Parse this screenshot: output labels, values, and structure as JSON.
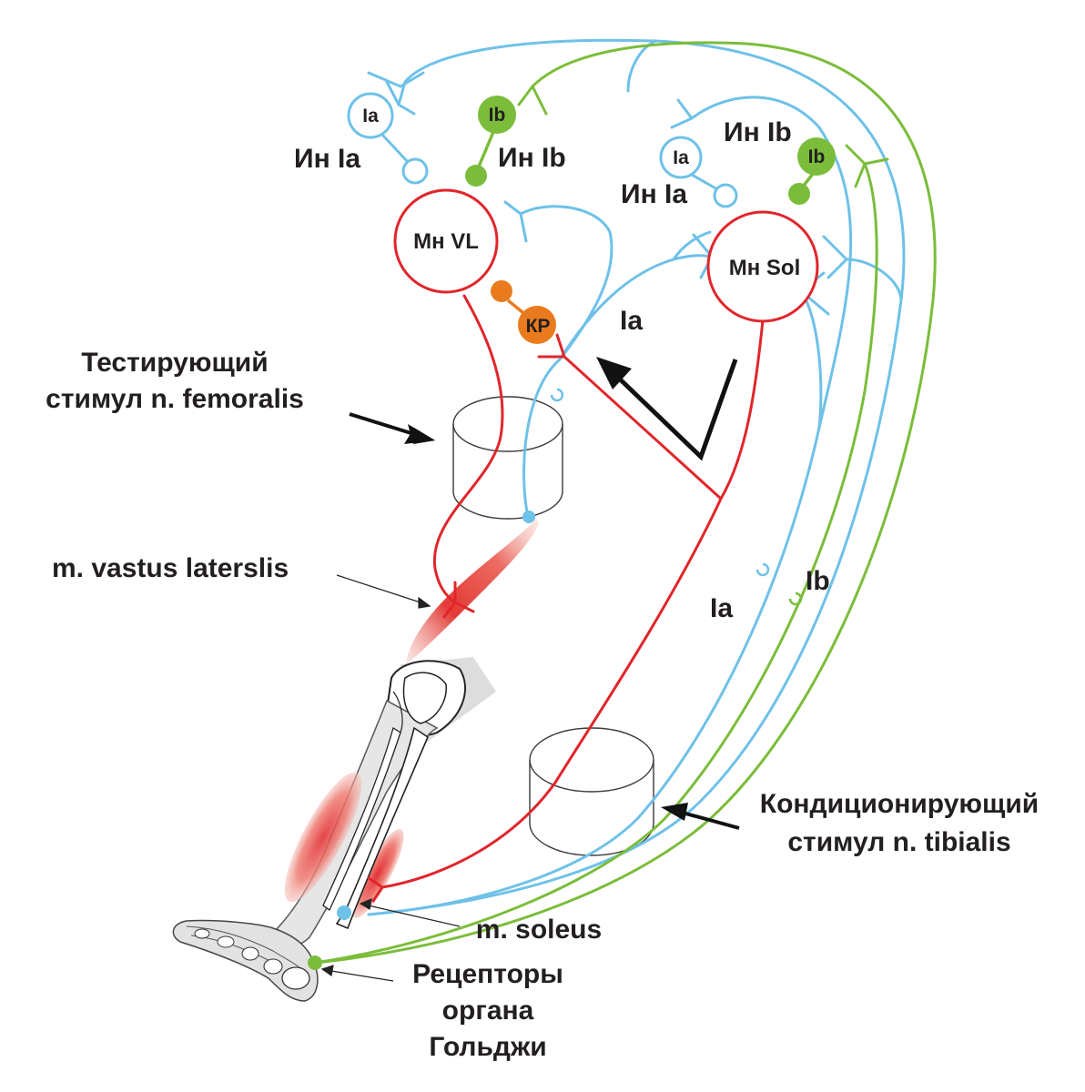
{
  "colors": {
    "ia_fiber": "#6ec1e8",
    "ib_fiber": "#7bbd3a",
    "motor": "#e0262b",
    "renshaw": "#e97b1e",
    "text": "#231f20",
    "stim_outline": "#3a3a3a",
    "arrow": "#111111"
  },
  "labels": {
    "interneuron_ia_left": "Ин Ia",
    "interneuron_ib_left": "Ин Ib",
    "interneuron_ib_right": "Ин Ib",
    "interneuron_ia_right": "Ин Ia",
    "cell_ia_left": "Ia",
    "cell_ib_left": "Ib",
    "cell_ia_right": "Ia",
    "cell_ib_right": "Ib",
    "motoneuron_vl": "Мн VL",
    "motoneuron_sol": "Мн Sol",
    "renshaw_cell": "КР",
    "fiber_ia_upper": "Ia",
    "fiber_ia_lower": "Ia",
    "fiber_ib_lower": "Ib",
    "test_stimulus_line1": "Тестирующий",
    "test_stimulus_line2": "стимул n. femoralis",
    "vastus_muscle": "m. vastus laterslis",
    "conditioning_line1": "Кондиционирующий",
    "conditioning_line2": "стимул n. tibialis",
    "soleus_muscle": "m. soleus",
    "golgi_line1": "Рецепторы",
    "golgi_line2": "органа",
    "golgi_line3": "Гольджи"
  }
}
